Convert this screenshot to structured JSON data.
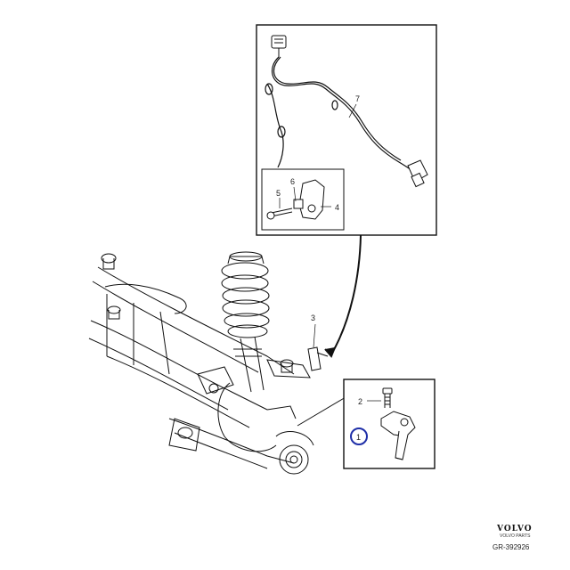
{
  "diagram": {
    "callouts": {
      "c1": "1",
      "c2": "2",
      "c3": "3",
      "c4": "4",
      "c5": "5",
      "c6": "6",
      "c7": "7"
    },
    "brand": "VOLVO",
    "brand_sub": "VOLVO PARTS",
    "reference": "GR-392926",
    "highlight_color": "#1f2fa8"
  }
}
